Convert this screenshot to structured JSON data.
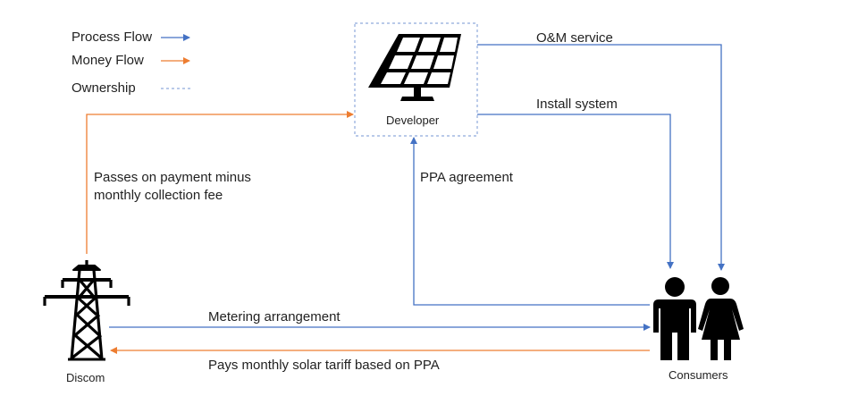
{
  "legend": {
    "process_flow": "Process Flow",
    "money_flow": "Money Flow",
    "ownership": "Ownership"
  },
  "nodes": {
    "developer": "Developer",
    "discom": "Discom",
    "consumers": "Consumers"
  },
  "flows": {
    "om_service": "O&M service",
    "install_system": "Install system",
    "ppa_agreement": "PPA agreement",
    "passes_payment_line1": "Passes on payment minus",
    "passes_payment_line2": "monthly collection fee",
    "metering": "Metering arrangement",
    "pays_tariff": "Pays monthly solar tariff based on PPA"
  },
  "colors": {
    "process": "#4472C4",
    "money": "#ED7D31",
    "ownership": "#8FAADC",
    "icon": "#000000"
  },
  "icons": [
    "solar-panel-icon",
    "transmission-tower-icon",
    "man-icon",
    "woman-icon"
  ]
}
